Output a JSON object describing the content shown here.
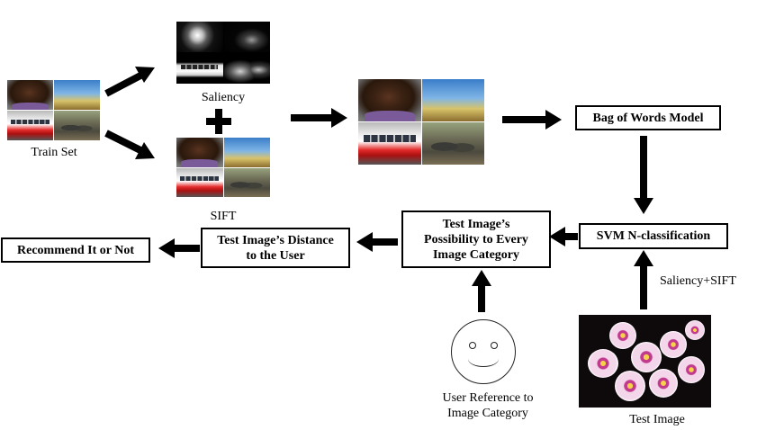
{
  "train_set": {
    "caption": "Train Set"
  },
  "saliency": {
    "caption": "Saliency"
  },
  "plus_symbol": "+",
  "sift": {
    "caption": "SIFT"
  },
  "bag_of_words": {
    "label": "Bag of Words Model"
  },
  "svm": {
    "label": "SVM N-classification"
  },
  "possibility": {
    "label_lines": [
      "Test Image’s",
      "Possibility to Every",
      "Image Category"
    ]
  },
  "distance": {
    "label_lines": [
      "Test Image’s Distance",
      "to the User"
    ]
  },
  "recommend": {
    "label": "Recommend It or Not"
  },
  "user_reference": {
    "caption_lines": [
      "User Reference to",
      "Image Category"
    ]
  },
  "test_image": {
    "caption": "Test Image",
    "feature_label": "Saliency+SIFT"
  },
  "colors": {
    "arrow": "#000000",
    "box_border": "#000000"
  }
}
